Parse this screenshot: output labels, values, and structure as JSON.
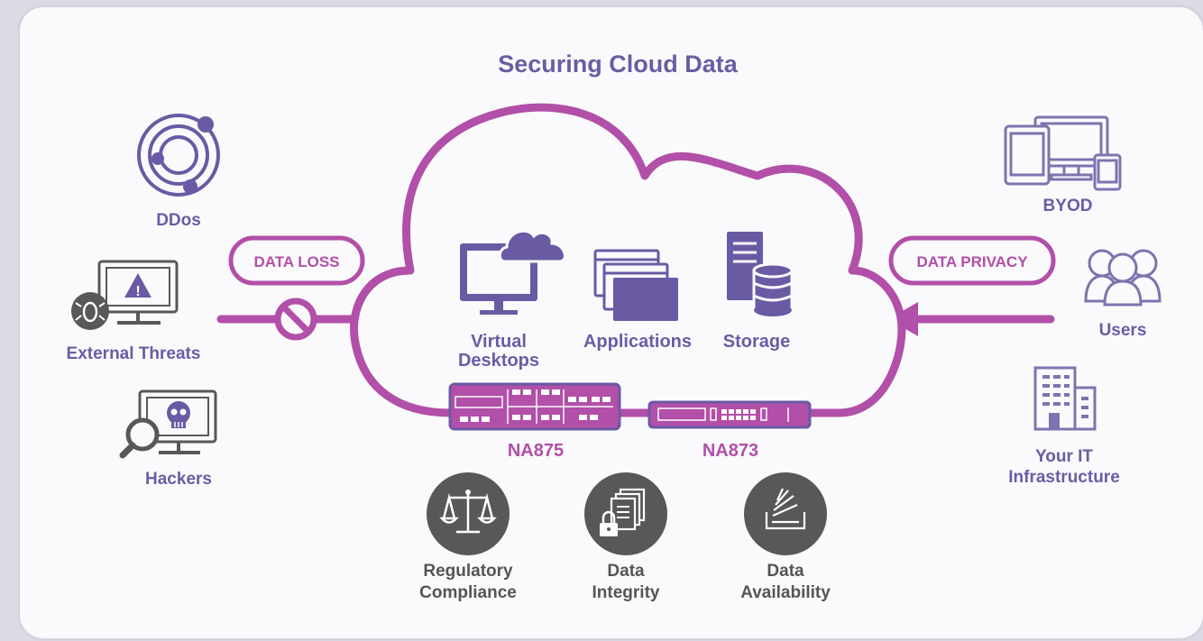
{
  "title": "Securing Cloud Data",
  "colors": {
    "accent": "#b24fa8",
    "icon_purple": "#6a5aa3",
    "label_purple": "#6b5ca5",
    "icon_outline": "#7c74ae",
    "badge_gray": "#58585a",
    "dark_text": "#555555"
  },
  "threats": [
    {
      "label": "DDos",
      "icon": "ddos-orbit-icon"
    },
    {
      "label": "External Threats",
      "icon": "external-threats-monitor-icon"
    },
    {
      "label": "Hackers",
      "icon": "hacker-skull-icon"
    }
  ],
  "pills": {
    "left": "DATA LOSS",
    "right": "DATA PRIVACY"
  },
  "cloud_services": [
    {
      "line1": "Virtual",
      "line2": "Desktops",
      "icon": "virtual-desktop-icon"
    },
    {
      "line1": "Applications",
      "icon": "applications-windows-icon"
    },
    {
      "line1": "Storage",
      "icon": "storage-database-icon"
    }
  ],
  "appliances": [
    {
      "label": "NA875",
      "icon": "appliance-na875-icon"
    },
    {
      "label": "NA873",
      "icon": "appliance-na873-icon"
    }
  ],
  "users": [
    {
      "label": "BYOD",
      "icon": "byod-devices-icon"
    },
    {
      "label": "Users",
      "icon": "users-group-icon"
    },
    {
      "line1": "Your IT",
      "line2": "Infrastructure",
      "icon": "building-icon"
    }
  ],
  "benefits": [
    {
      "line1": "Regulatory",
      "line2": "Compliance",
      "icon": "scales-icon"
    },
    {
      "line1": "Data",
      "line2": "Integrity",
      "icon": "document-lock-icon"
    },
    {
      "line1": "Data",
      "line2": "Availability",
      "icon": "stacked-sheets-icon"
    }
  ]
}
